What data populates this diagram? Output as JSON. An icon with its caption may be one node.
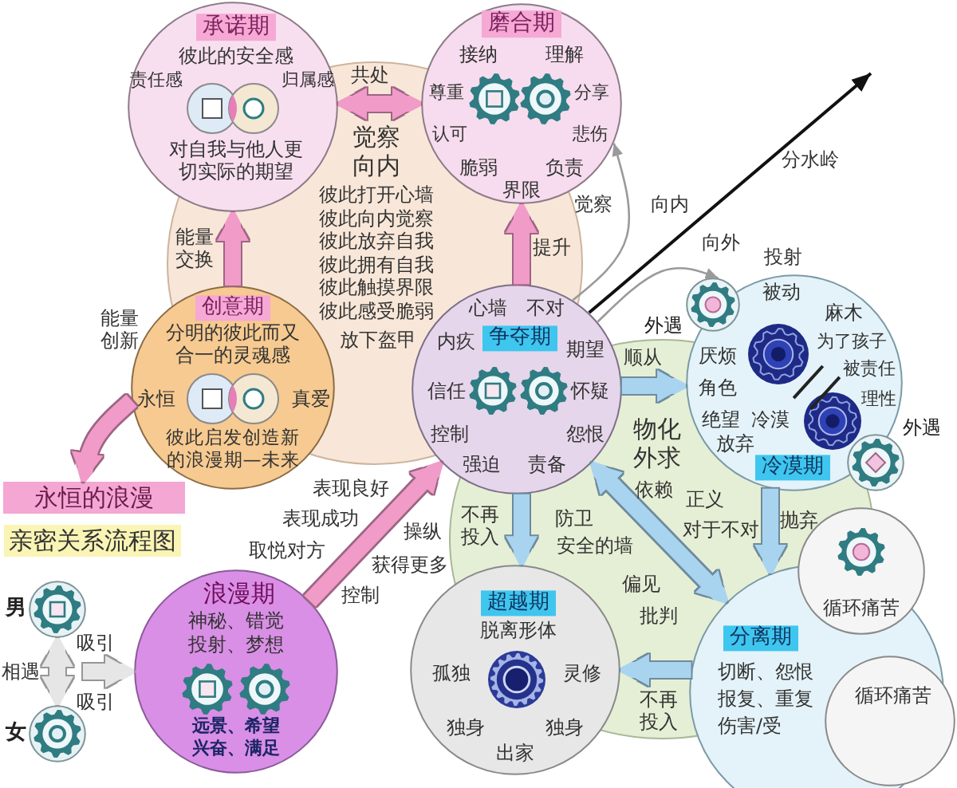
{
  "diagram": {
    "title": "亲密关系流程图",
    "nodes": [
      {
        "text": [
          "承诺期",
          "彼此的安全感",
          "责任感",
          "归属感",
          "对自我与他人更切实际的期望"
        ]
      },
      {
        "text": [
          "磨合期",
          "接纳",
          "理解",
          "尊重",
          "分享",
          "认可",
          "悲伤",
          "脆弱",
          "负责",
          "界限"
        ]
      },
      {
        "text": [
          "创意期",
          "分明的彼此而又合一的灵魂感",
          "永恒",
          "真爱",
          "彼此启发创造新的浪漫期—未来"
        ]
      },
      {
        "text": [
          "永恒的浪漫"
        ]
      },
      {
        "text": [
          "争夺期",
          "心墙",
          "不对",
          "内疚",
          "期望",
          "信任",
          "怀疑",
          "控制",
          "怨恨",
          "强迫",
          "责备"
        ]
      },
      {
        "text": [],
        "shape": "circle",
        "beside": [
          "外遇"
        ]
      },
      {
        "text": [
          "冷漠期",
          "被动",
          "麻木",
          "为了孩子",
          "被责任",
          "理性",
          "厌烦",
          "角色",
          "绝望",
          "冷漠",
          "放弃"
        ]
      },
      {
        "text": [],
        "shape": "circle",
        "beside": [
          "外遇"
        ]
      },
      {
        "text": [
          "循环痛苦"
        ]
      },
      {
        "text": [
          "超越期",
          "脱离形体",
          "孤独",
          "灵修",
          "独身",
          "独身",
          "出家"
        ]
      },
      {
        "text": [
          "分离期",
          "切断、怨恨",
          "报复、重复",
          "伤害/受"
        ]
      },
      {
        "text": [
          "循环痛苦"
        ]
      },
      {
        "text": [],
        "shape": "circle",
        "beside": [
          "男"
        ]
      },
      {
        "text": [
          "浪漫期",
          "神秘、错觉",
          "投射、梦想",
          "远景、希望",
          "兴奋、满足"
        ]
      },
      {
        "text": [],
        "shape": "circle",
        "beside": [
          "女"
        ]
      }
    ],
    "edges": [
      {
        "from": 0,
        "to": 1,
        "arrow": "both",
        "label": "共处"
      },
      {
        "from": 2,
        "to": 0,
        "arrow": "to",
        "label": "能量交换"
      },
      {
        "from": 4,
        "to": 1,
        "arrow": "to",
        "label": "提升"
      },
      {
        "from": 2,
        "to": 3,
        "arrow": "to",
        "label": "能量创新"
      },
      {
        "from": 13,
        "to": 4,
        "arrow": "to"
      },
      {
        "from": 4,
        "to": 6,
        "arrow": "to",
        "label": "顺从",
        "color": "#a9d4f0"
      },
      {
        "from": 6,
        "to": 10,
        "arrow": "to",
        "label": "抛弃",
        "color": "#a9d4f0"
      },
      {
        "from": 4,
        "to": 9,
        "arrow": "to",
        "label": "不再投入",
        "color": "#a9d4f0"
      },
      {
        "from": 10,
        "to": 9,
        "arrow": "to",
        "label": "不再投入",
        "color": "#a9d4f0"
      },
      {
        "from": 4,
        "to": 10,
        "arrow": "both",
        "color": "#a9d4f0"
      },
      {
        "from": 4,
        "to": null,
        "arrow": "to",
        "label": "分水岭",
        "color": "#111111"
      },
      {
        "from": 4,
        "to": 1,
        "arrow": "to",
        "color": "#9a9a9a"
      },
      {
        "from": 4,
        "to": 5,
        "arrow": "to",
        "color": "#9a9a9a"
      },
      {
        "from": 12,
        "to": 14,
        "arrow": "both",
        "label": "相遇",
        "color": "#e6e6e6"
      },
      {
        "from": null,
        "to": 13,
        "arrow": "to",
        "color": "#e6e6e6"
      }
    ],
    "labels": [
      "觉察向内",
      "彼此打开心墙",
      "彼此向内觉察",
      "彼此放弃自我",
      "彼此拥有自我",
      "彼此触摸界限",
      "彼此感受脆弱",
      "放下盔甲",
      "觉察",
      "向内",
      "向外",
      "投射",
      "物化外求",
      "依赖",
      "正义",
      "对于不对",
      "防卫",
      "安全的墙",
      "偏见",
      "批判",
      "表现良好",
      "表现成功",
      "取悦对方",
      "操纵",
      "获得更多",
      "控制",
      "吸引",
      "吸引"
    ]
  }
}
